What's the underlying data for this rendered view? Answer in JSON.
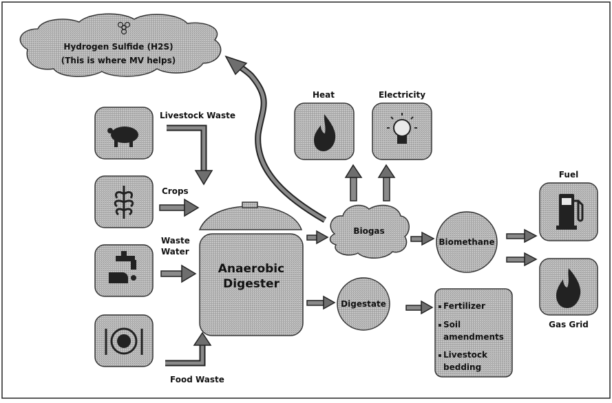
{
  "cloud": {
    "line1": "Hydrogen Sulfide (H2S)",
    "line2": "(This is where MV helps)"
  },
  "inputs": {
    "livestock": "Livestock Waste",
    "crops": "Crops",
    "waste_water_1": "Waste",
    "waste_water_2": "Water",
    "food": "Food Waste"
  },
  "digester": {
    "line1": "Anaerobic",
    "line2": "Digester"
  },
  "biogas": "Biogas",
  "digestate": "Digestate",
  "biomethane": "Biomethane",
  "outputs": {
    "heat": "Heat",
    "electricity": "Electricity",
    "fuel": "Fuel",
    "gas_grid": "Gas Grid"
  },
  "digestate_uses": {
    "fertilizer": "Fertilizer",
    "soil_1": "Soil",
    "soil_2": "amendments",
    "bedding_1": "Livestock",
    "bedding_2": "bedding"
  },
  "colors": {
    "fill": "#b5b5b5",
    "stroke": "#333333",
    "arrow": "#6e6e6e",
    "border": "#222222"
  },
  "icons": [
    "pig-icon",
    "plant-icon",
    "faucet-icon",
    "plate-icon",
    "flame-icon",
    "lightbulb-icon",
    "fuel-pump-icon",
    "gas-flame-icon",
    "biohazard-icon"
  ]
}
